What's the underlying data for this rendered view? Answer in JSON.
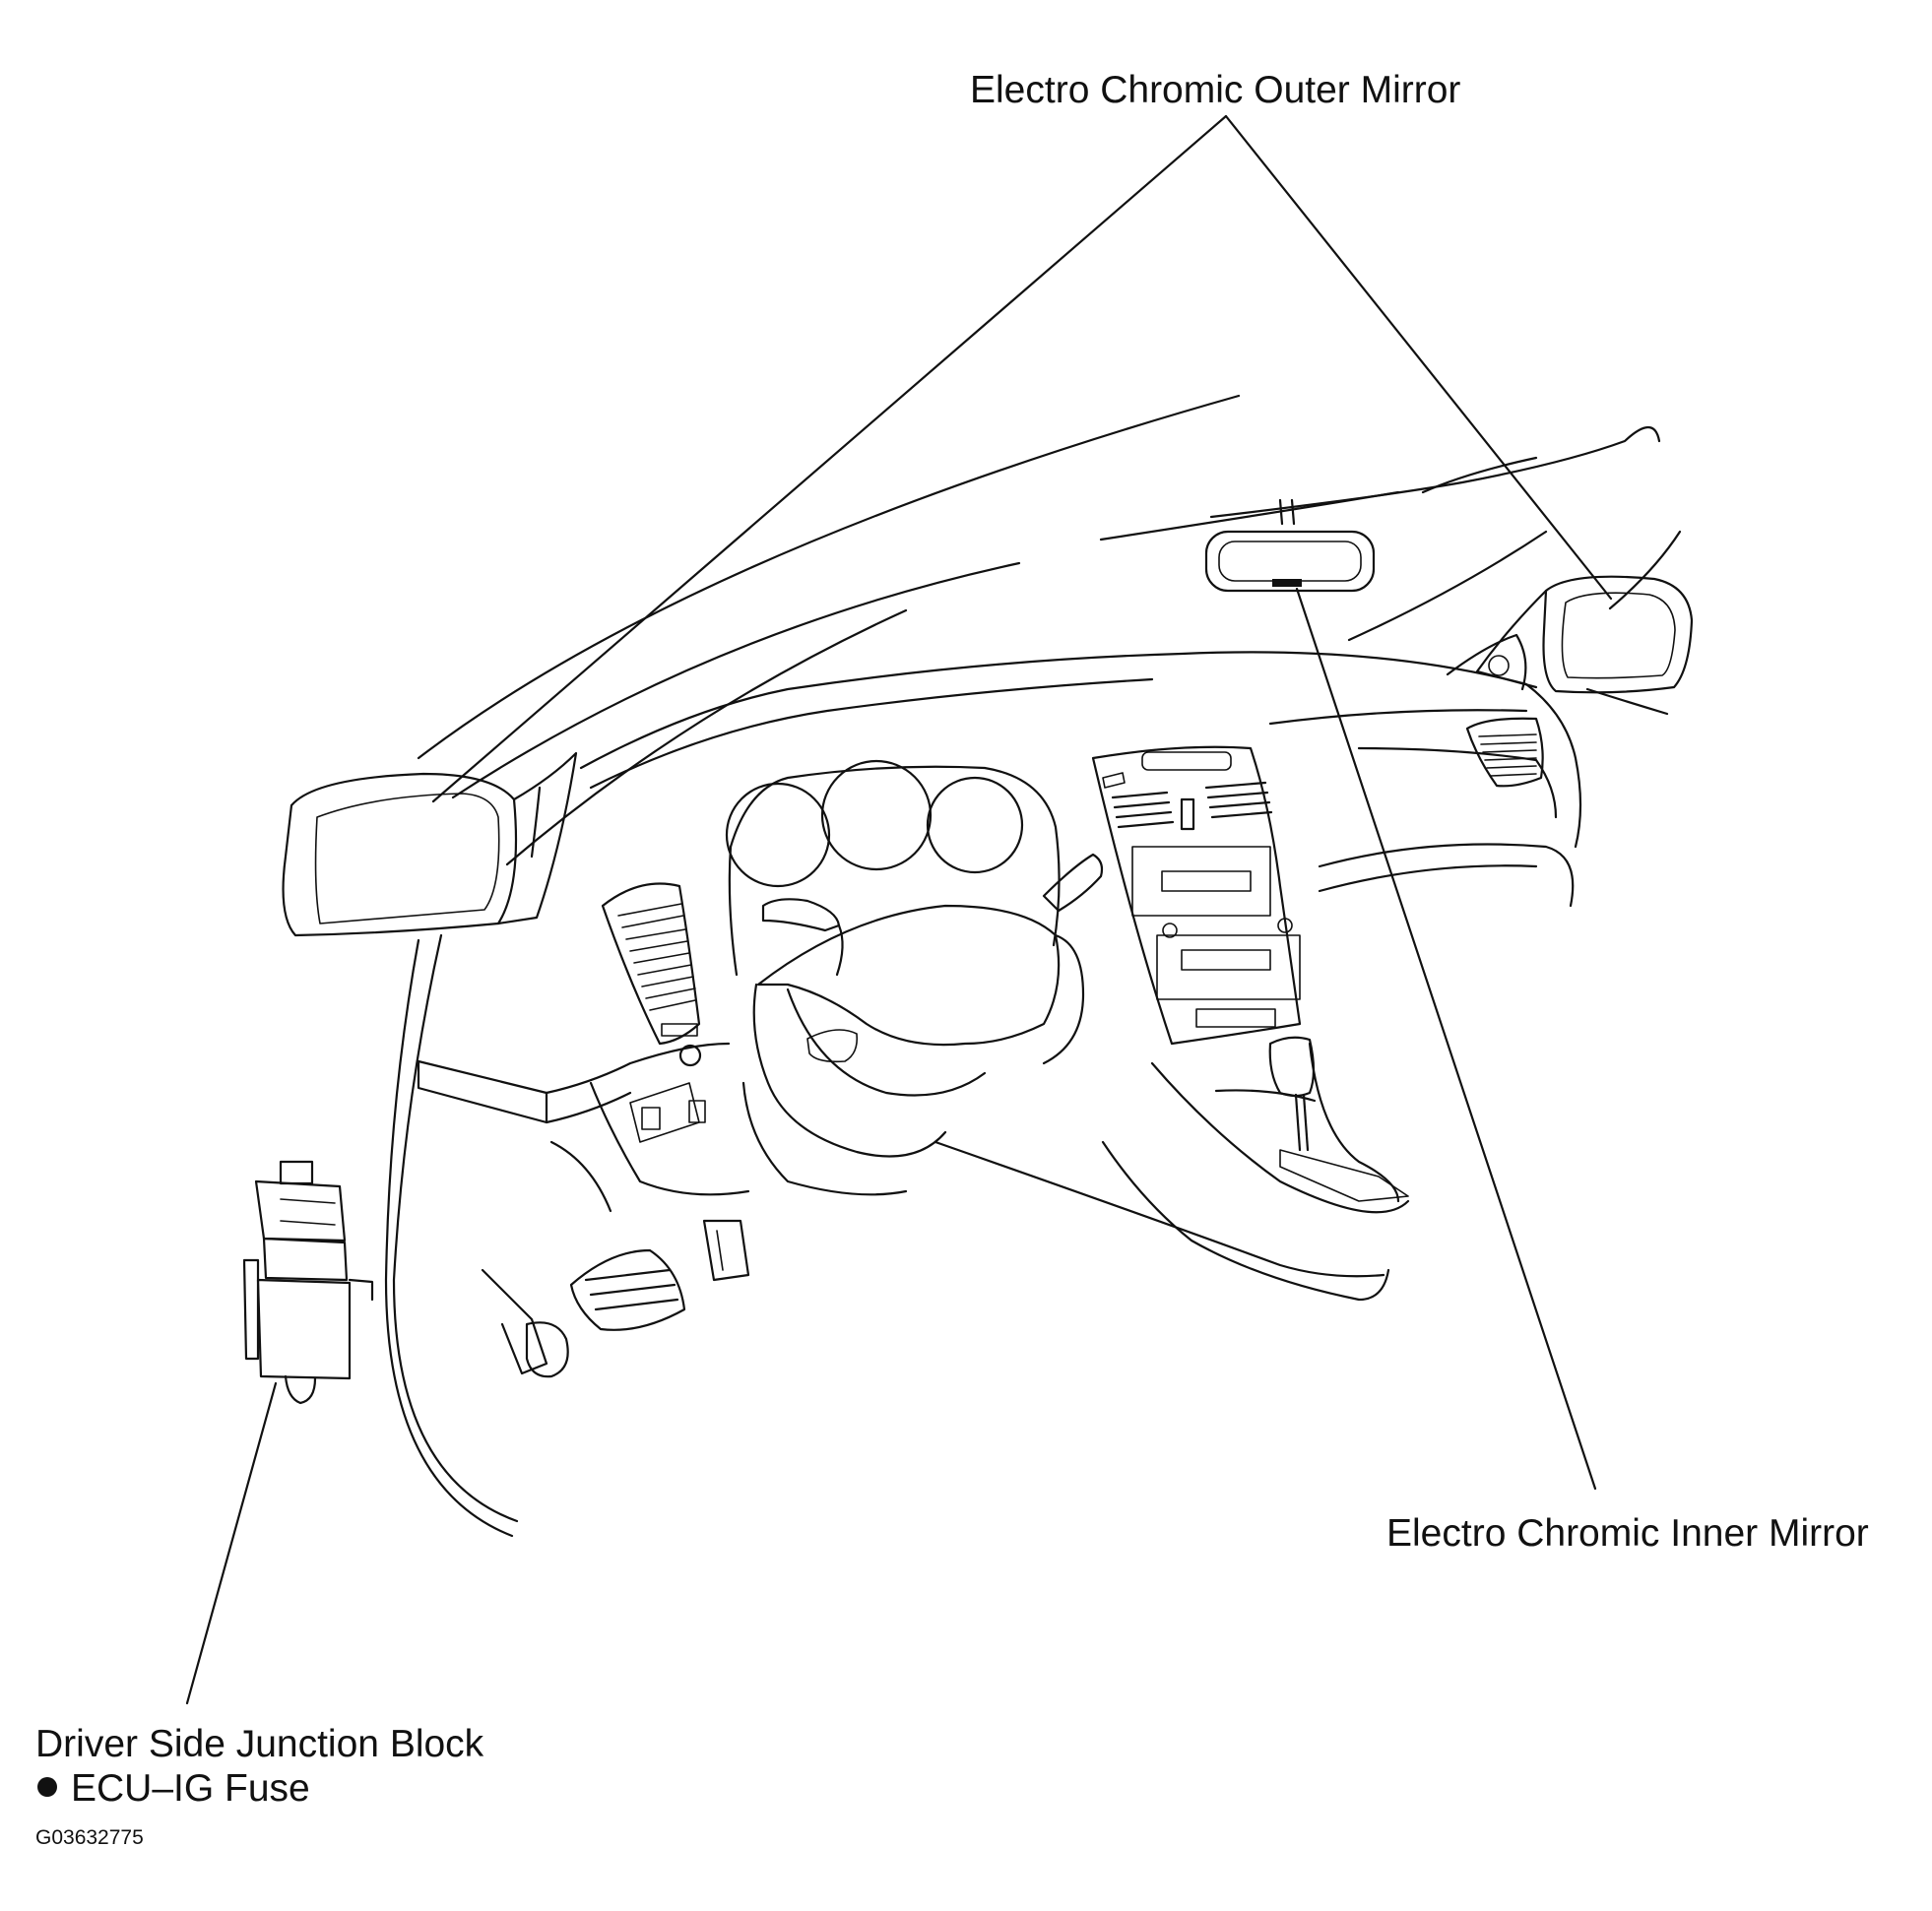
{
  "labels": {
    "outer_mirror": "Electro Chromic Outer Mirror",
    "inner_mirror": "Electro Chromic Inner Mirror",
    "junction_block": "Driver Side Junction Block",
    "fuse": "ECU–IG Fuse",
    "figure_code": "G03632775"
  }
}
